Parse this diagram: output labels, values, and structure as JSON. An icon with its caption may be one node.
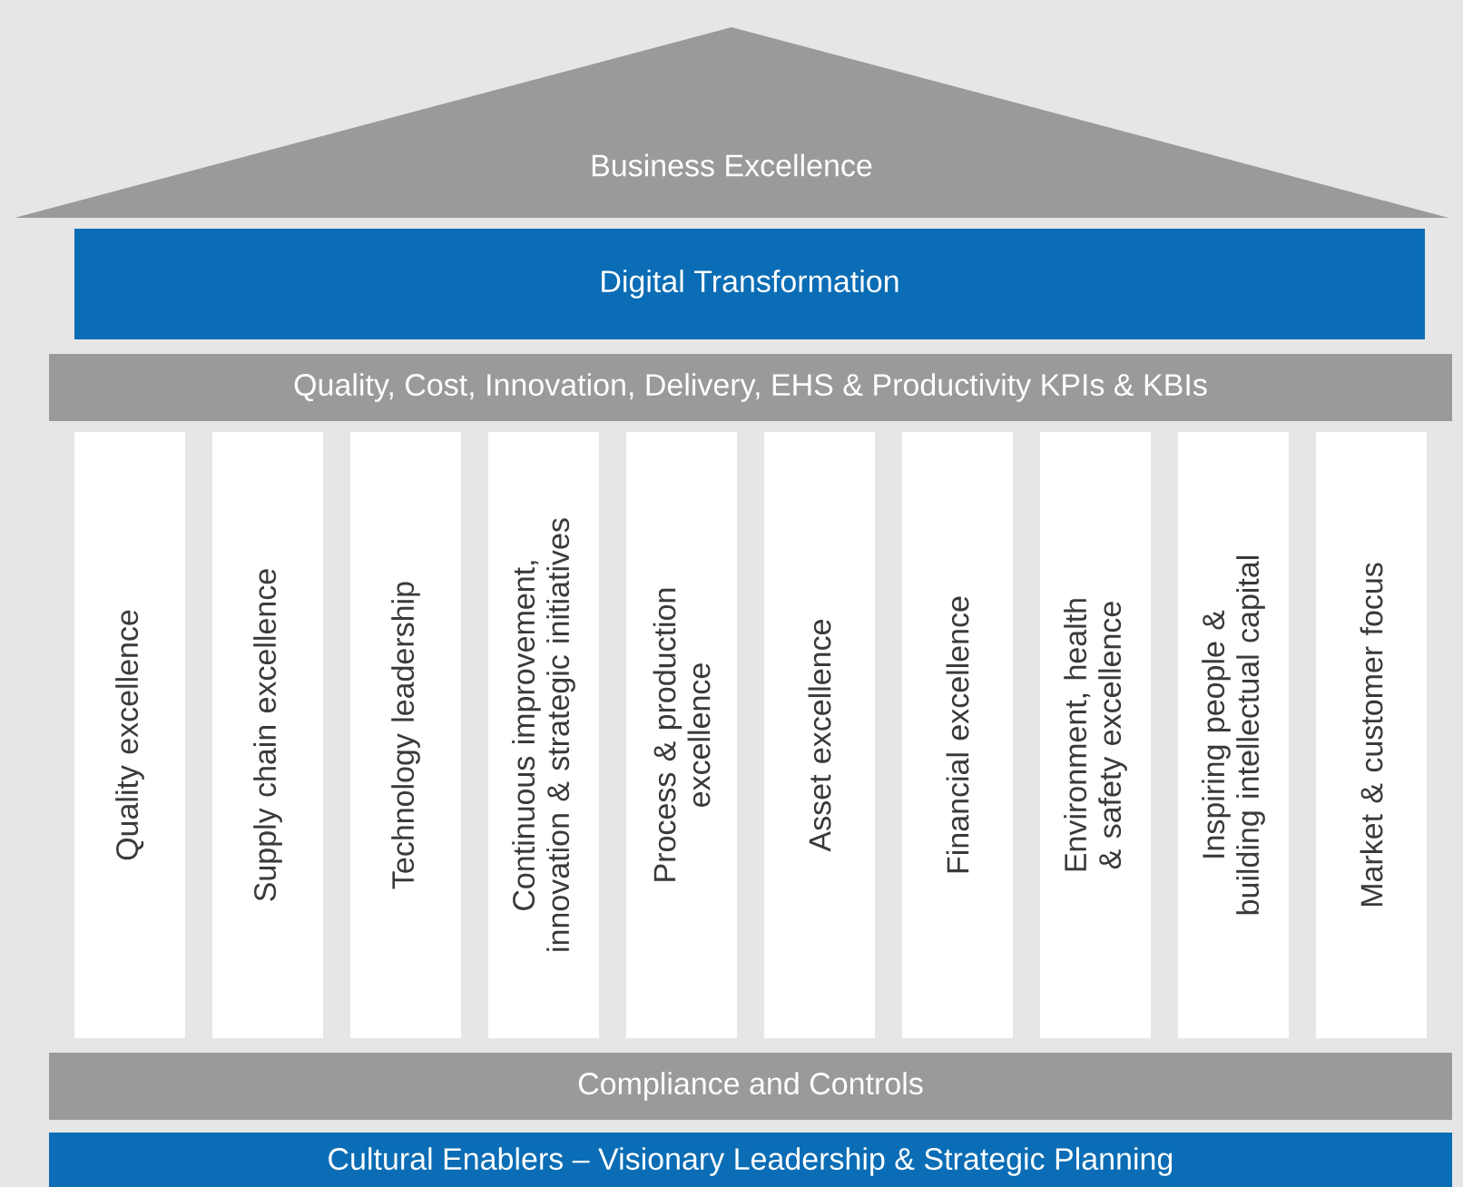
{
  "diagram": {
    "nodes": [
      {
        "text": [
          "Business Excellence"
        ]
      },
      {
        "text": [
          "Digital Transformation"
        ]
      },
      {
        "text": [
          "Quality, Cost, Innovation, Delivery, EHS & Productivity KPIs & KBIs"
        ]
      },
      {
        "text": [
          "Quality excellence"
        ]
      },
      {
        "text": [
          "Supply chain excellence"
        ]
      },
      {
        "text": [
          "Technology leadership"
        ]
      },
      {
        "text": [
          "Continuous improvement, innovation & strategic initiatives"
        ]
      },
      {
        "text": [
          "Process & production excellence"
        ]
      },
      {
        "text": [
          "Asset excellence"
        ]
      },
      {
        "text": [
          "Financial excellence"
        ]
      },
      {
        "text": [
          "Environment, health & safety excellence"
        ]
      },
      {
        "text": [
          "Inspiring people & building intellectual capital"
        ]
      },
      {
        "text": [
          "Market & customer focus"
        ]
      },
      {
        "text": [
          "Compliance and Controls"
        ]
      },
      {
        "text": [
          "Cultural Enablers – Visionary Leadership & Strategic Planning"
        ]
      }
    ]
  }
}
